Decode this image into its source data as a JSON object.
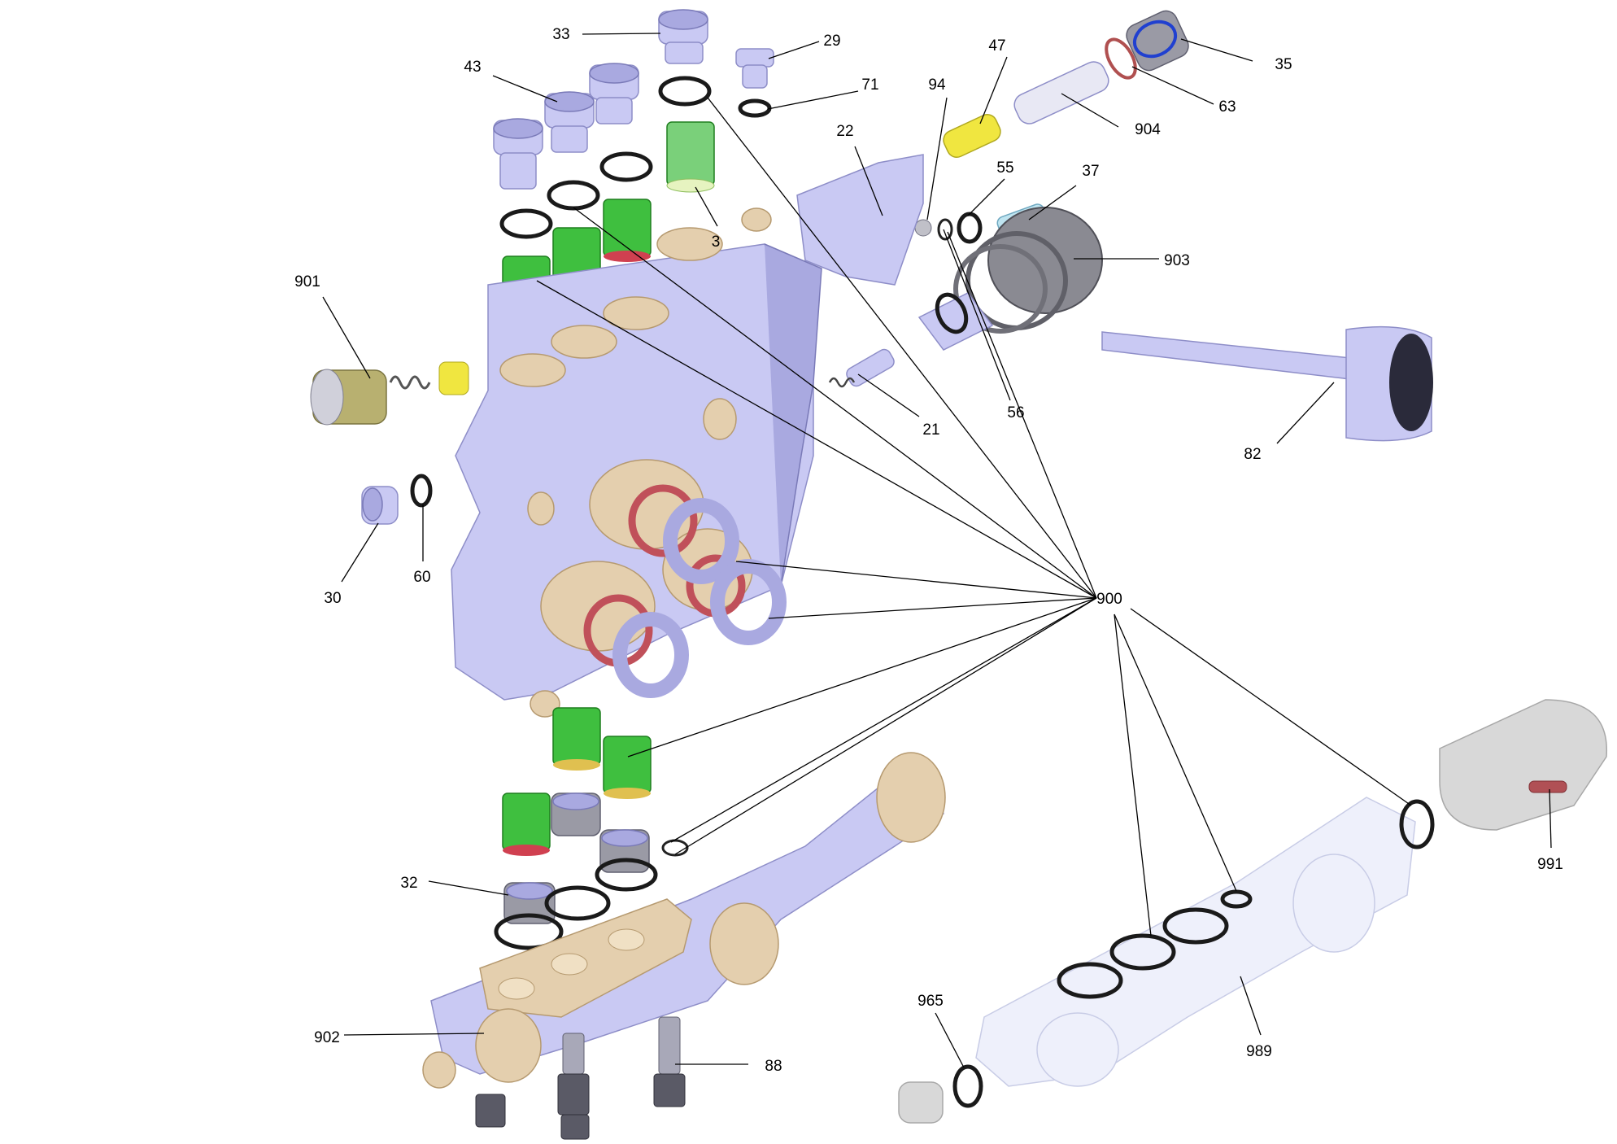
{
  "callouts": [
    {
      "id": "33",
      "label": "33"
    },
    {
      "id": "29",
      "label": "29"
    },
    {
      "id": "35",
      "label": "35"
    },
    {
      "id": "47",
      "label": "47"
    },
    {
      "id": "63",
      "label": "63"
    },
    {
      "id": "43",
      "label": "43"
    },
    {
      "id": "71",
      "label": "71"
    },
    {
      "id": "94",
      "label": "94"
    },
    {
      "id": "904",
      "label": "904"
    },
    {
      "id": "22",
      "label": "22"
    },
    {
      "id": "55",
      "label": "55"
    },
    {
      "id": "37",
      "label": "37"
    },
    {
      "id": "3",
      "label": "3"
    },
    {
      "id": "903",
      "label": "903"
    },
    {
      "id": "901",
      "label": "901"
    },
    {
      "id": "56",
      "label": "56"
    },
    {
      "id": "21",
      "label": "21"
    },
    {
      "id": "82",
      "label": "82"
    },
    {
      "id": "60",
      "label": "60"
    },
    {
      "id": "30",
      "label": "30"
    },
    {
      "id": "900",
      "label": "900"
    },
    {
      "id": "991",
      "label": "991"
    },
    {
      "id": "32",
      "label": "32"
    },
    {
      "id": "965",
      "label": "965"
    },
    {
      "id": "902",
      "label": "902"
    },
    {
      "id": "88",
      "label": "88"
    },
    {
      "id": "989",
      "label": "989"
    }
  ],
  "colors": {
    "background": "#ffffff",
    "part_body": "#c9c9f3",
    "part_brass": "#e4cfae",
    "valve_green": "#3fbf3f",
    "seal_red": "#c0505a",
    "o_ring": "#1a1a1a",
    "ghost_part": "#eef0fb"
  }
}
